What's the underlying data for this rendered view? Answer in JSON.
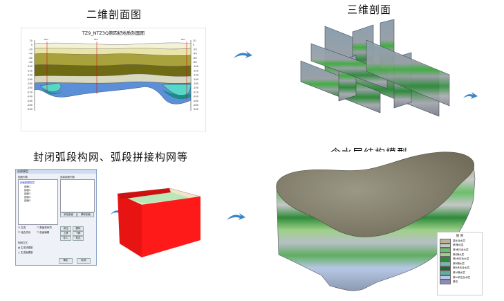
{
  "headings": {
    "section_2d": "二维剖面图",
    "section_3d": "三维剖面",
    "section_mesh": "封闭弧段构网、弧段拼接构网等",
    "section_model": "含水层结构模型"
  },
  "chart": {
    "title": "TZ9_NTZ3Q第四纪地质剖面图",
    "y_ticks_left": [
      "20",
      "0",
      "-20",
      "-40",
      "-60",
      "-80",
      "-100",
      "-120",
      "-140",
      "-160",
      "-180",
      "-200",
      "-220",
      "-240",
      "-260",
      "-280",
      "-300"
    ],
    "y_ticks_right": [
      "20",
      "0",
      "-20",
      "-40",
      "-60",
      "-80",
      "-100",
      "-120",
      "-140",
      "-160",
      "-180",
      "-200",
      "-220",
      "-240",
      "-260",
      "-280",
      "-300"
    ],
    "layer_colors": [
      "#f4f1d6",
      "#e9e4a8",
      "#a9a13c",
      "#6f6a14",
      "#3aa6a6",
      "#56d8c8",
      "#1b8a88",
      "#5b8fd8"
    ]
  },
  "dialog": {
    "title": "创建模型",
    "section_list_label": "剖面列表",
    "tree_root": "剖面图模型层",
    "tree_items": [
      "剖面1",
      "剖面2",
      "剖面3",
      "剖面4",
      "剖面5"
    ],
    "selected_list_label": "选择剖面列表",
    "btn_add": "添加剖面",
    "btn_remove": "移除剖面",
    "chk_1": "生成",
    "chk_2": "覆盖现有项",
    "chk_3": "组合关系",
    "chk_4": "剖面编辑",
    "btn_a": "添加",
    "btn_b": "删除",
    "btn_c": "上移",
    "btn_d": "下移",
    "btn_e": "导入",
    "btn_f": "导出",
    "options_label": "构网方式",
    "radio_1": "生成体模型",
    "radio_2": "生成面模型",
    "btn_ok": "确定",
    "btn_cancel": "取消"
  },
  "legend": {
    "title": "图 例",
    "items": [
      {
        "label": "潜水含水层",
        "color": "#b9b39a"
      },
      {
        "label": "第Ⅰ隔水层",
        "color": "#c8c8c8"
      },
      {
        "label": "第Ⅰ承压含水层",
        "color": "#6bbf6b"
      },
      {
        "label": "第Ⅱ隔水层",
        "color": "#9fd08a"
      },
      {
        "label": "第Ⅱ承压含水层",
        "color": "#2e8b3a"
      },
      {
        "label": "第Ⅲ隔水层",
        "color": "#7fb2b0"
      },
      {
        "label": "第Ⅲ承压含水层",
        "color": "#1c6b2a"
      },
      {
        "label": "第Ⅳ隔水层",
        "color": "#5fae9e"
      },
      {
        "label": "第Ⅳ承压含水层",
        "color": "#b7c7e6"
      },
      {
        "label": "基岩",
        "color": "#8c8cba"
      }
    ]
  }
}
